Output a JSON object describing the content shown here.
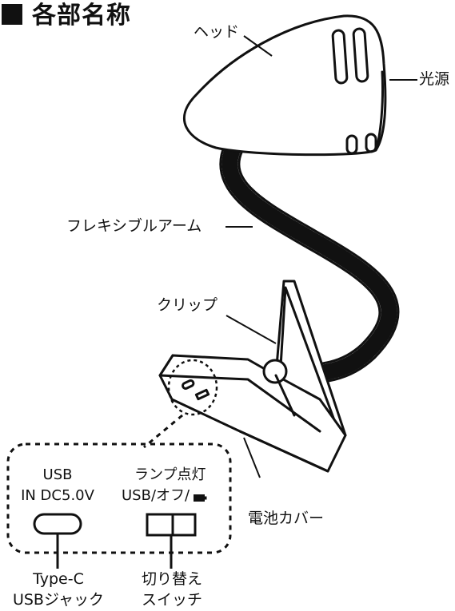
{
  "title": "各部名称",
  "labels": {
    "head": "ヘッド",
    "light_source": "光源",
    "flexible_arm": "フレキシブルアーム",
    "clip": "クリップ",
    "battery_cover": "電池カバー"
  },
  "inset": {
    "usb_line1": "USB",
    "usb_line2": "IN DC5.0V",
    "switch_line1": "ランプ点灯",
    "switch_line2": "USB/オフ/"
  },
  "callouts": {
    "typec_line1": "Type-C",
    "typec_line2": "USBジャック",
    "switch_line1": "切り替え",
    "switch_line2": "スイッチ"
  },
  "colors": {
    "ink": "#111111",
    "fill": "#ffffff"
  }
}
